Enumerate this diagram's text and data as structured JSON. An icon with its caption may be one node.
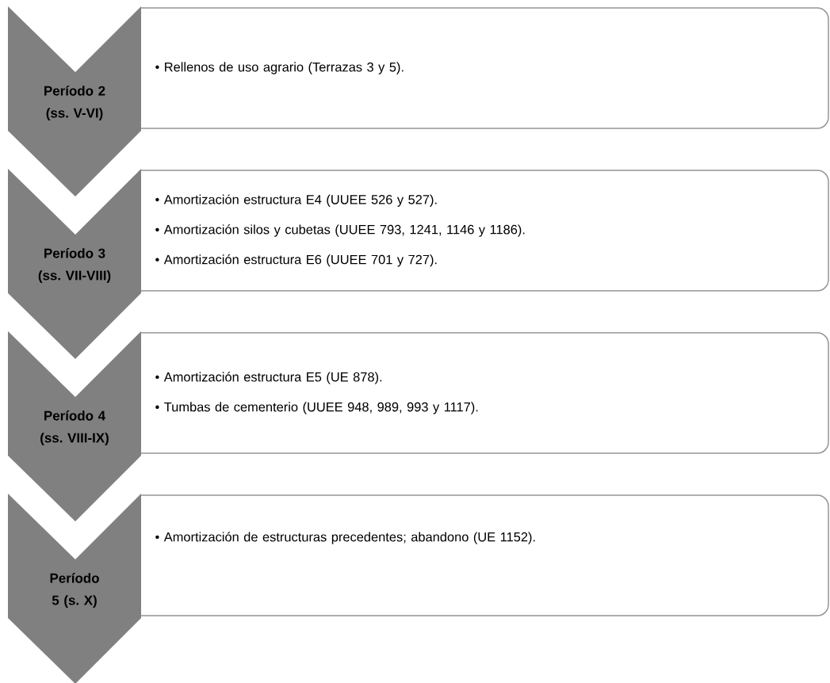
{
  "diagram": {
    "nodes": [
      {
        "text": [
          "Período 2 (ss. V-VI)"
        ]
      },
      {
        "text": [
          "• Rellenos de uso agrario (Terrazas 3 y 5)."
        ]
      },
      {
        "text": [
          "Período 3 (ss. VII-VIII)"
        ]
      },
      {
        "text": [
          "• Amortización estructura E4 (UUEE 526 y 527).",
          "• Amortización silos y cubetas (UUEE 793, 1241, 1146 y 1186).",
          "• Amortización estructura E6 (UUEE 701 y 727)."
        ]
      },
      {
        "text": [
          "Período 4 (ss. VIII-IX)"
        ]
      },
      {
        "text": [
          "• Amortización estructura E5 (UE 878).",
          "• Tumbas de cementerio (UUEE 948, 989, 993 y 1117)."
        ]
      },
      {
        "text": [
          "Período 5 (s. X)"
        ]
      },
      {
        "text": [
          "• Amortización de estructuras precedentes; abandono (UE 1152)."
        ]
      }
    ]
  }
}
